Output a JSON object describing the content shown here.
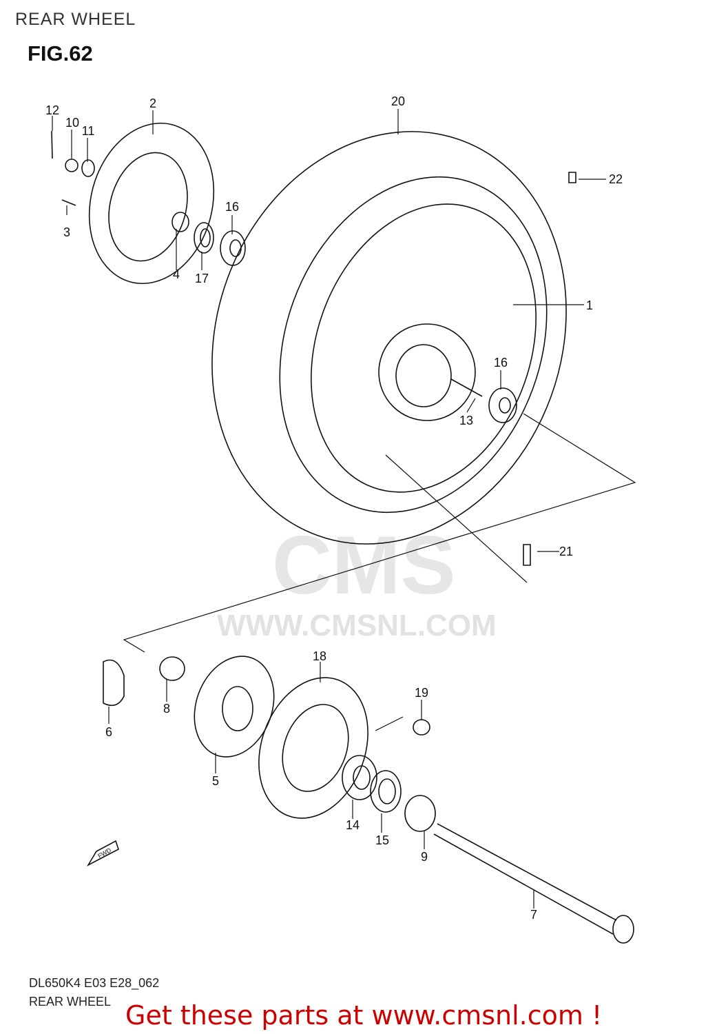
{
  "header": {
    "title": "REAR WHEEL",
    "figure": "FIG.62"
  },
  "watermark": {
    "logo": "CMS",
    "url": "WWW.CMSNL.COM"
  },
  "labels": [
    "12",
    "10",
    "11",
    "2",
    "3",
    "4",
    "17",
    "16",
    "20",
    "22",
    "1",
    "16",
    "13",
    "21",
    "18",
    "19",
    "8",
    "6",
    "5",
    "14",
    "15",
    "9",
    "7"
  ],
  "fwd": "FWD",
  "footer": {
    "model": "DL650K4 E03 E28_062",
    "name": "REAR WHEEL",
    "cta": "Get these parts at www.cmsnl.com !"
  },
  "colors": {
    "cta": "#cc0000",
    "watermark": "#e6e6e6"
  }
}
